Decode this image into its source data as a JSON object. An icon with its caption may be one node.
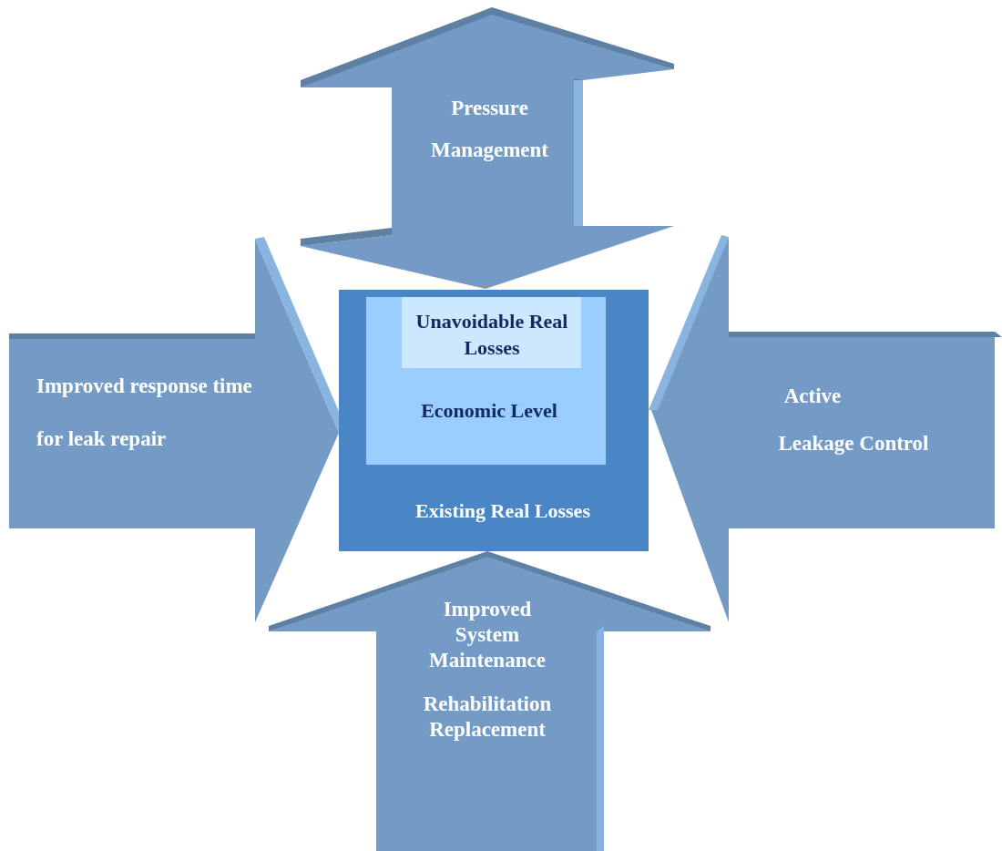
{
  "diagram": {
    "nodes": [
      {
        "text": [
          "Pressure Management"
        ]
      },
      {
        "text": [
          "Improved response time for leak repair"
        ]
      },
      {
        "text": [
          "Existing Real Losses"
        ]
      },
      {
        "text": [
          "Economic Level"
        ],
        "in": 2
      },
      {
        "text": [
          "Unavoidable Real Losses"
        ],
        "in": 3
      },
      {
        "text": [
          "Active",
          "Leakage Control"
        ]
      },
      {
        "text": [
          "Improved System Maintenance",
          "Rehabilitation Replacement"
        ]
      }
    ]
  }
}
